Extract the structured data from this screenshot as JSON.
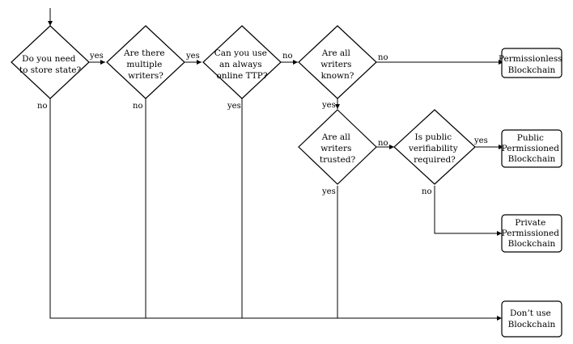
{
  "decisions": {
    "store_state": [
      "Do you need",
      "to store state?"
    ],
    "multiple_writers": [
      "Are there",
      "multiple",
      "writers?"
    ],
    "ttp": [
      "Can you use",
      "an always",
      "online TTP?"
    ],
    "writers_known": [
      "Are all",
      "writers",
      "known?"
    ],
    "writers_trusted": [
      "Are all",
      "writers",
      "trusted?"
    ],
    "public_verifiability": [
      "Is public",
      "verifiability",
      "required?"
    ]
  },
  "outcomes": {
    "permissionless": [
      "Permissionless",
      "Blockchain"
    ],
    "public_permissioned": [
      "Public",
      "Permissioned",
      "Blockchain"
    ],
    "private_permissioned": [
      "Private",
      "Permissioned",
      "Blockchain"
    ],
    "dont_use": [
      "Don’t use",
      "Blockchain"
    ]
  },
  "edge_labels": {
    "store_state_yes": "yes",
    "store_state_no": "no",
    "multiple_writers_yes": "yes",
    "multiple_writers_no": "no",
    "ttp_no": "no",
    "ttp_yes": "yes",
    "writers_known_no": "no",
    "writers_known_yes": "yes",
    "writers_trusted_no": "no",
    "writers_trusted_yes": "yes",
    "public_verifiability_yes": "yes",
    "public_verifiability_no": "no"
  }
}
